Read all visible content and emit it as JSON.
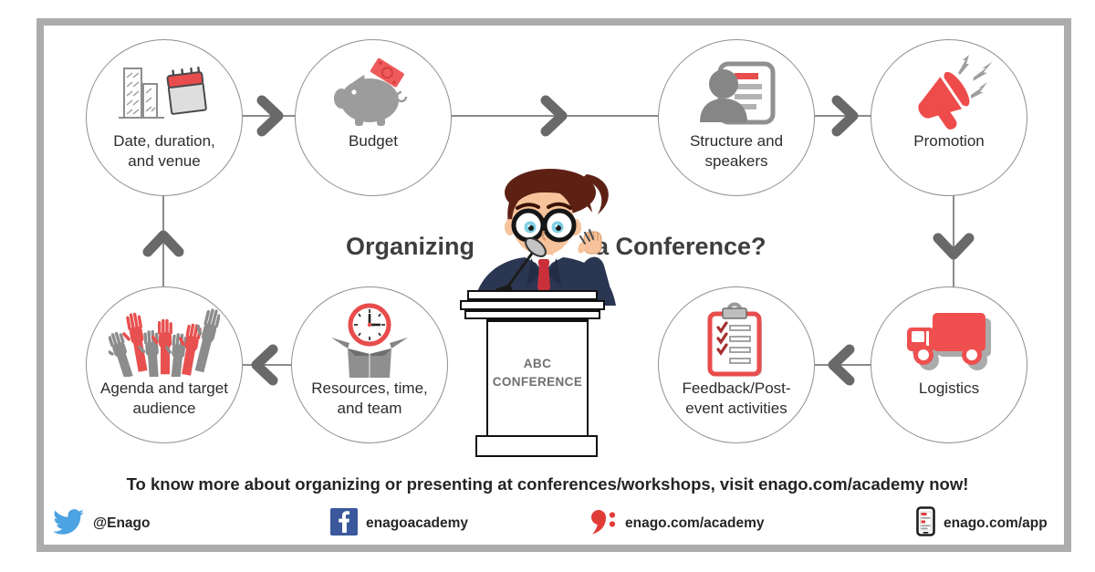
{
  "title": {
    "left": "Organizing",
    "right": "a Conference?"
  },
  "podium_sign": "ABC\nCONFERENCE",
  "steps": [
    {
      "label": "Date, duration,\nand venue",
      "icon": "buildings-calendar-icon"
    },
    {
      "label": "Budget",
      "icon": "piggy-bank-icon"
    },
    {
      "label": "Structure and\nspeakers",
      "icon": "speaker-profile-icon"
    },
    {
      "label": "Promotion",
      "icon": "megaphone-icon"
    },
    {
      "label": "Logistics",
      "icon": "truck-icon"
    },
    {
      "label": "Feedback/Post-\nevent activities",
      "icon": "clipboard-checklist-icon"
    },
    {
      "label": "Resources, time,\nand team",
      "icon": "box-clock-icon"
    },
    {
      "label": "Agenda and target\naudience",
      "icon": "raised-hands-icon"
    }
  ],
  "note": "To know more about organizing or presenting at conferences/workshops, visit enago.com/academy now!",
  "footer": {
    "items": [
      {
        "icon": "twitter-icon",
        "label": "@Enago"
      },
      {
        "icon": "facebook-icon",
        "label": "enagoacademy"
      },
      {
        "icon": "enago-logo-icon",
        "label": "enago.com/academy"
      },
      {
        "icon": "smartphone-icon",
        "label": "enago.com/app"
      }
    ]
  },
  "colors": {
    "accent_red": "#ee4c4c",
    "icon_gray": "#9b9b9b",
    "arrow_gray": "#696969",
    "frame_gray": "#acacac",
    "twitter_blue": "#4ba3e3",
    "facebook_blue": "#3a589b",
    "enago_red": "#e23c39",
    "text_dark": "#2d2d2d"
  }
}
